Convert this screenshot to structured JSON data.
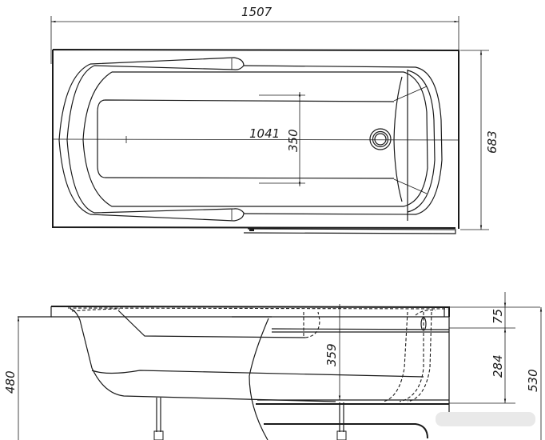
{
  "drawing": {
    "subject": "Bathtub technical drawing",
    "top_view": {
      "overall_length": "1507",
      "overall_width": "683",
      "inner_bottom_length": "1041",
      "inner_bottom_width": "350"
    },
    "side_view": {
      "height_to_rim_from_floor": "480",
      "total_height": "530",
      "rim_height": "75",
      "panel_height": "284",
      "bowl_depth": "359"
    },
    "colors": {
      "line": "#1a1a1a",
      "background": "#ffffff"
    }
  }
}
